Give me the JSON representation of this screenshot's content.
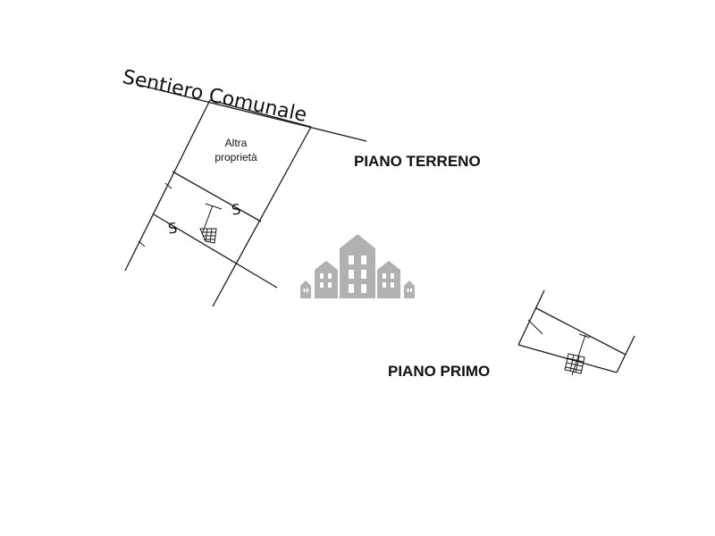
{
  "street": {
    "label": "Sentiero Comunale"
  },
  "ground_floor": {
    "heading": "PIANO TERRENO",
    "other_property": {
      "line1": "Altra",
      "line2": "proprietà"
    },
    "symbols": [
      "S",
      "S"
    ]
  },
  "first_floor": {
    "heading": "PIANO PRIMO"
  },
  "watermark": {
    "icon": "buildings-logo-icon",
    "color": "#a9a9a9"
  },
  "colors": {
    "ink": "#1a1a1a",
    "background": "#ffffff"
  }
}
